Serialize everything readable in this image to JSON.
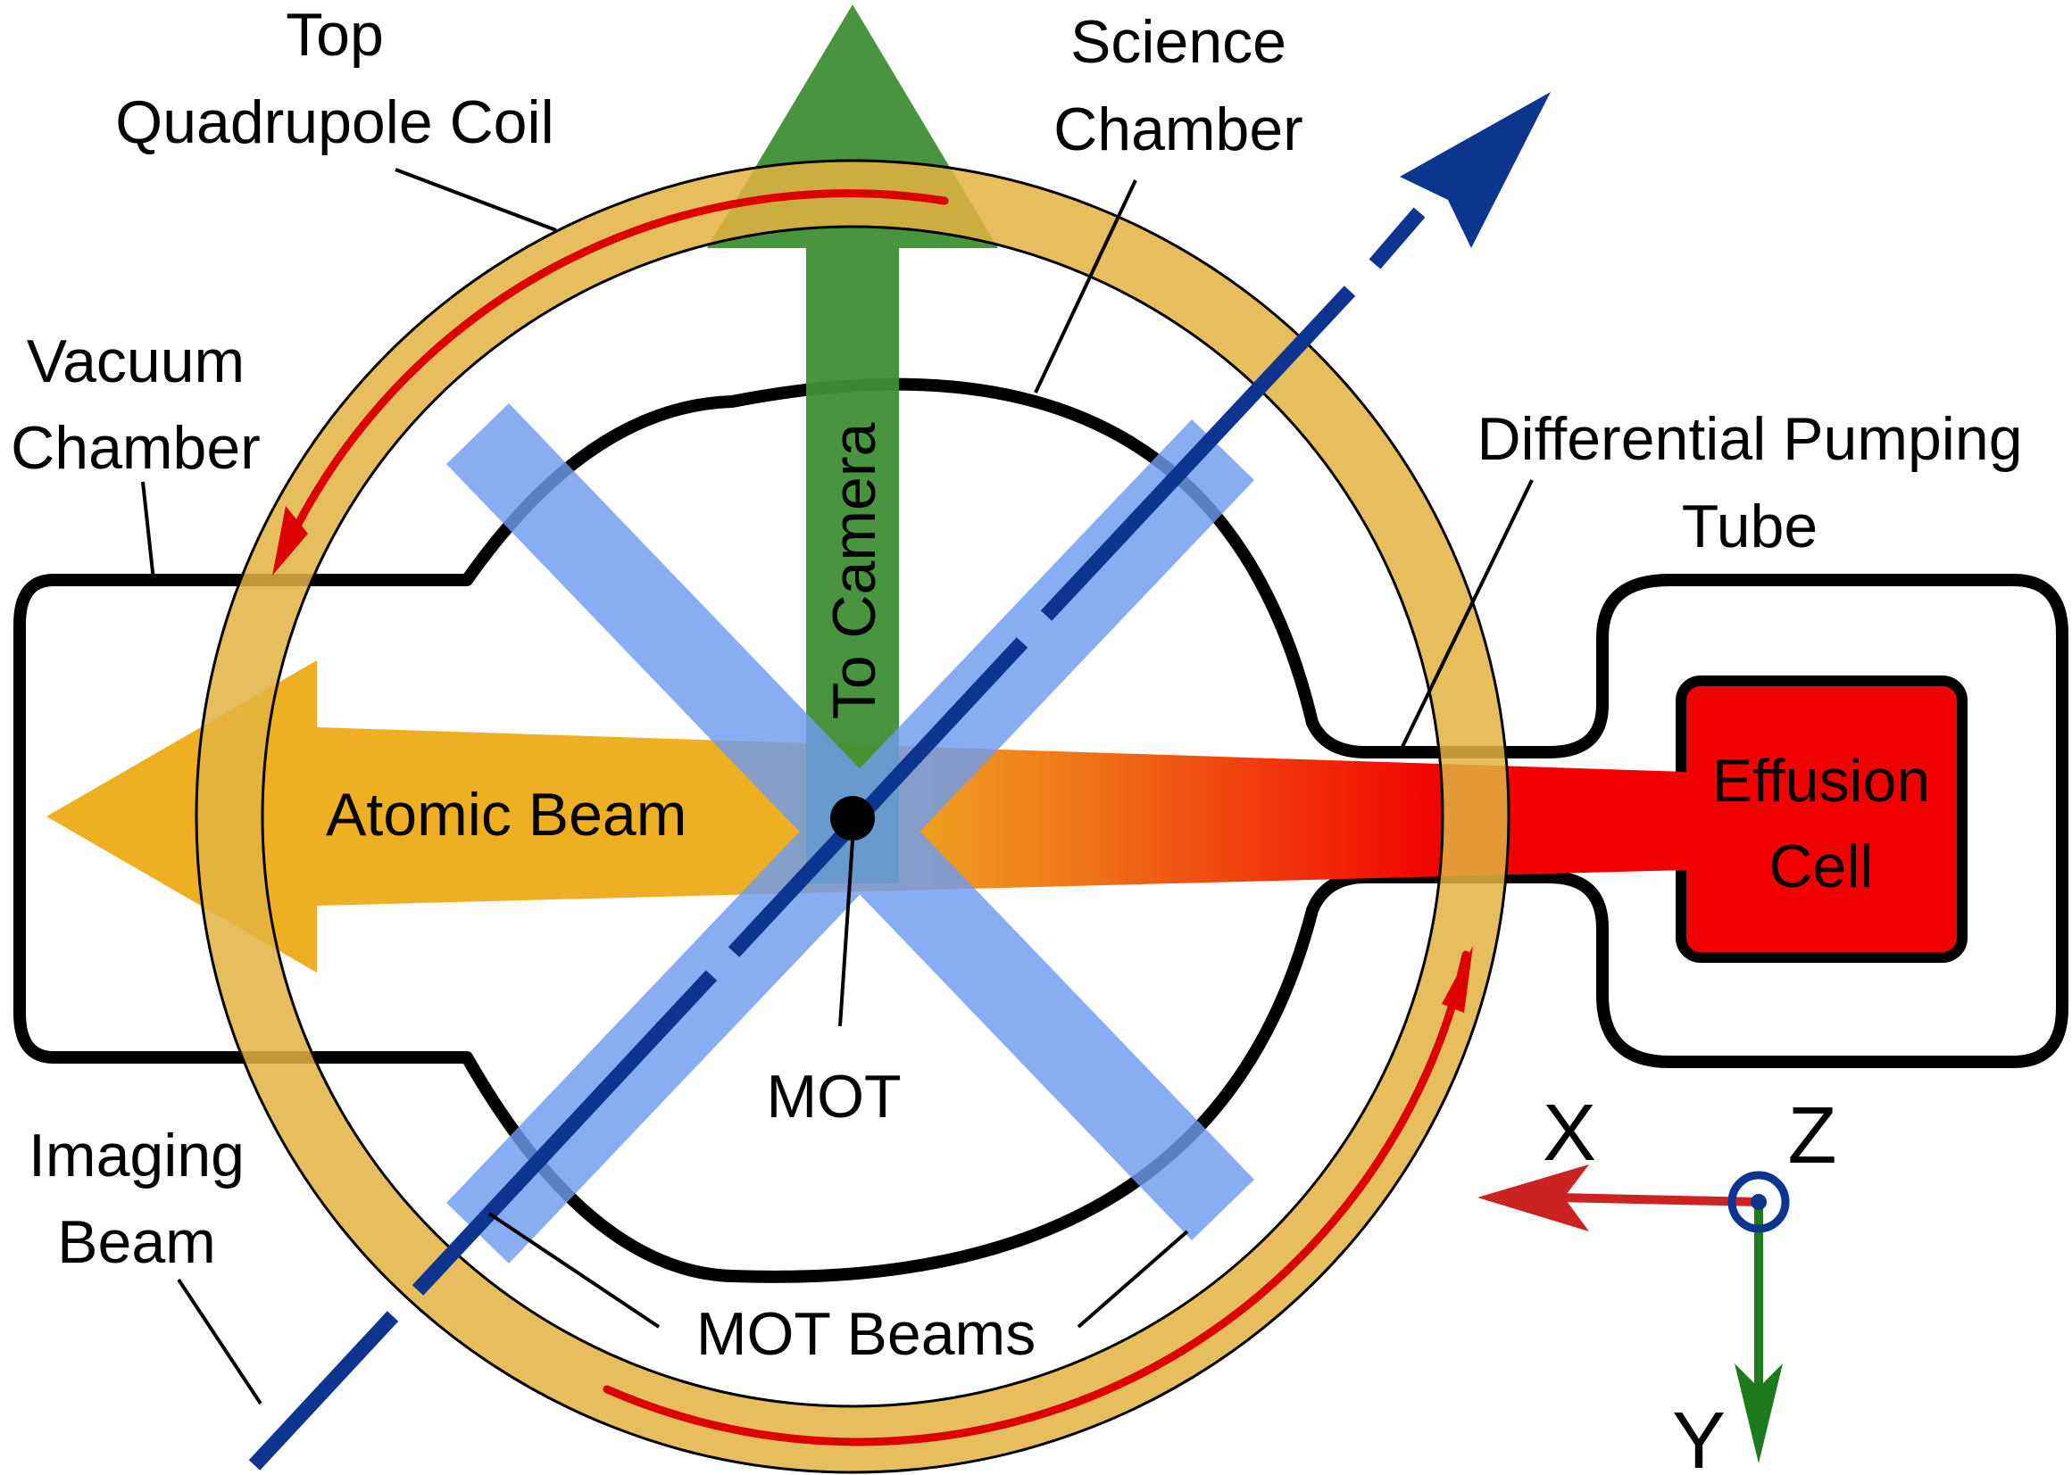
{
  "labels": {
    "top_coil_line1": "Top",
    "top_coil_line2": "Quadrupole Coil",
    "science_line1": "Science",
    "science_line2": "Chamber",
    "vacuum_line1": "Vacuum",
    "vacuum_line2": "Chamber",
    "dpt_line1": "Differential Pumping",
    "dpt_line2": "Tube",
    "effusion_line1": "Effusion",
    "effusion_line2": "Cell",
    "atomic_beam": "Atomic Beam",
    "to_camera": "To Camera",
    "mot": "MOT",
    "mot_beams": "MOT Beams",
    "imaging_line1": "Imaging",
    "imaging_line2": "Beam"
  },
  "axes": {
    "x": "X",
    "y": "Y",
    "z": "Z"
  },
  "colors": {
    "coil": "#e3b341",
    "current": "#dd0000",
    "camera_arrow": "#3f8f35",
    "mot_beam": "#6f9cf0",
    "imaging_beam": "#0d3590",
    "atomic_beam": "#eeaf22",
    "effusion_cell": "#f20000",
    "x_axis": "#cc2222",
    "y_axis": "#1d7a1d",
    "z_axis": "#0d3590"
  }
}
